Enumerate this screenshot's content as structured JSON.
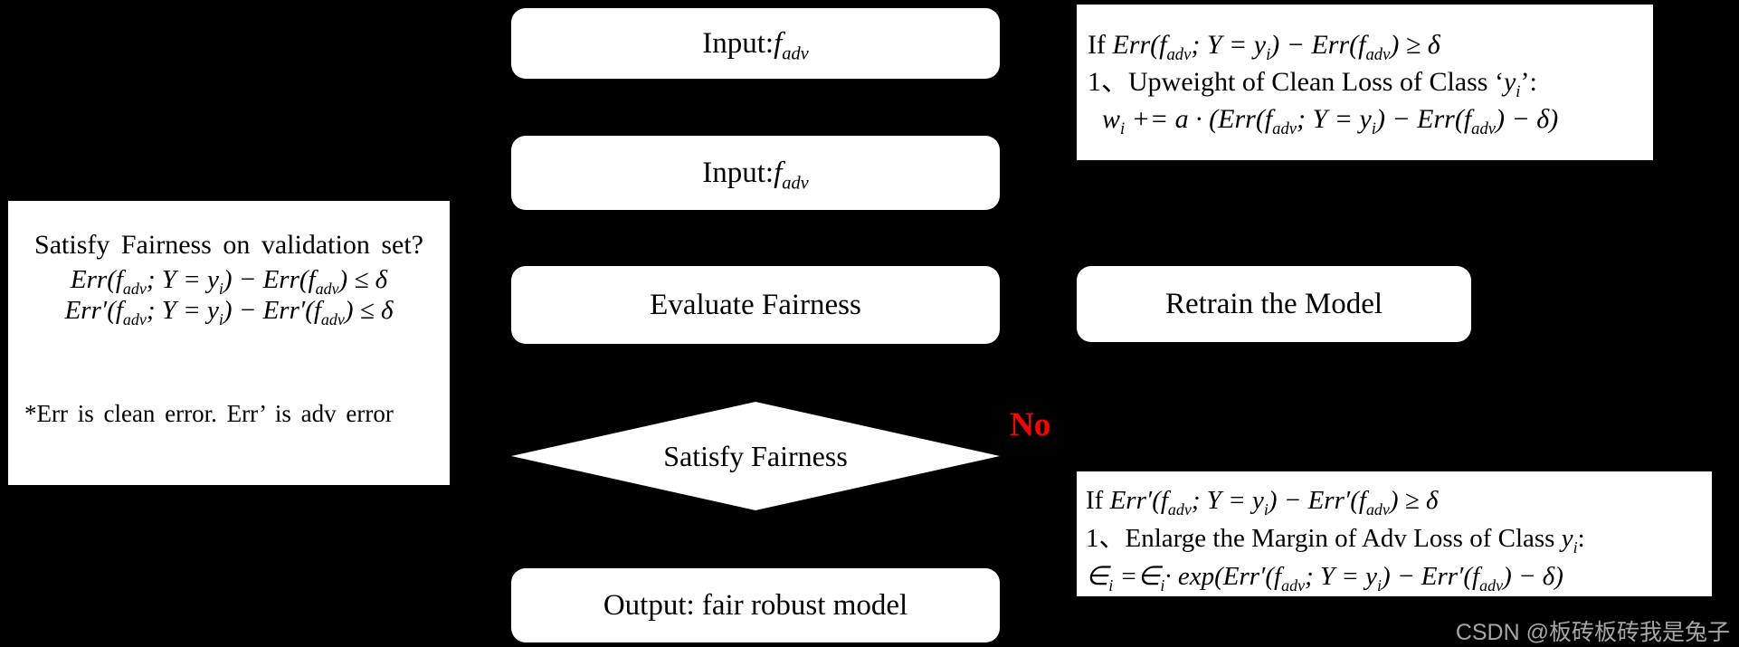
{
  "colors": {
    "background": "#000000",
    "box_fill": "#ffffff",
    "text": "#000000",
    "no_label": "#ff0000",
    "watermark": "#a6a6a6"
  },
  "left_note": {
    "title": "Satisfy Fairness on validation set?",
    "formula_clean": "Err(f_{adv}; Y = y_{i}) − Err(f_{adv}) ≤ δ",
    "formula_adv": "Err′(f_{adv}; Y = y_{i}) − Err′(f_{adv}) ≤ δ",
    "footnote": "*Err is clean error. Err’ is adv error"
  },
  "nodes": {
    "input1": {
      "prefix": "Input: ",
      "math": "f_{adv}"
    },
    "input2": {
      "prefix": "Input:",
      "math": "f_{adv}"
    },
    "evaluate": {
      "label": "Evaluate Fairness"
    },
    "decision": {
      "label": "Satisfy Fairness"
    },
    "output": {
      "label": "Output: fair robust model"
    },
    "retrain": {
      "label": "Retrain the Model"
    }
  },
  "labels": {
    "no": "No"
  },
  "rules": {
    "upweight": {
      "line1_prefix": "If ",
      "line1_math": "Err(f_{adv}; Y = y_{i}) − Err(f_{adv}) ≥ δ",
      "line2_prefix": "1、Upweight of Clean Loss of Class ‘",
      "line2_math": "y_{i}",
      "line2_suffix": "’:",
      "line3_math": "w_{i} += a · (Err(f_{adv}; Y = y_{i}) − Err(f_{adv}) − δ)"
    },
    "enlarge": {
      "line1_prefix": "If ",
      "line1_math": "Err′(f_{adv}; Y = y_{i}) − Err′(f_{adv}) ≥ δ",
      "line2_prefix": "1、Enlarge the Margin of Adv Loss of Class ",
      "line2_math": "y_{i}",
      "line2_suffix": ":",
      "line3_math": "∈_{i} =∈_{i}· exp(Err′(f_{adv}; Y = y_{i}) − Err′(f_{adv}) − δ)"
    }
  },
  "watermark": "CSDN @板砖板砖我是兔子"
}
